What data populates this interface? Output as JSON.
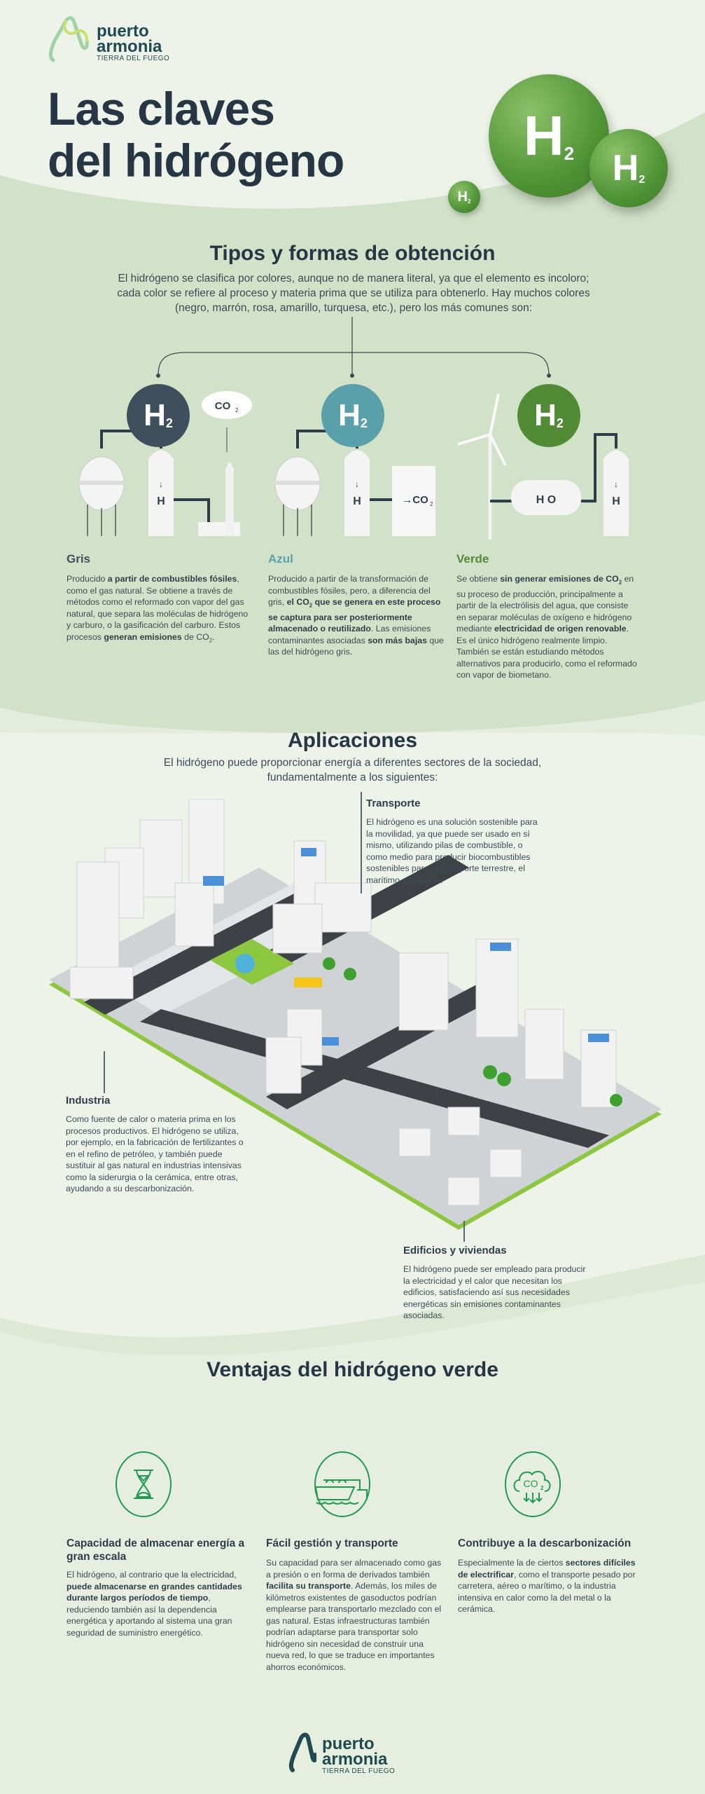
{
  "logo": {
    "line1": "puerto",
    "line2": "armonia",
    "tagline": "TIERRA DEL FUEGO"
  },
  "header": {
    "title_line1": "Las claves",
    "title_line2": "del hidrógeno",
    "molecule_label": "H",
    "molecule_sub": "2"
  },
  "tipos": {
    "title": "Tipos y formas de obtención",
    "intro": "El hidrógeno se clasifica por colores, aunque no de manera literal, ya que el elemento es incoloro; cada color se refiere al proceso y materia prima que se utiliza para obtenerlo. Hay muchos colores (negro, marrón, rosa, amarillo, turquesa, etc.), pero los más comunes son:",
    "diagram": {
      "co2": "CO",
      "sub2": "2",
      "h2o_h": "H",
      "h2o_o": "O",
      "arrow": "→",
      "down": "↓"
    },
    "types": [
      {
        "name": "Gris",
        "color": "#3f4f5e",
        "text": [
          {
            "t": "Producido "
          },
          {
            "t": "a partir de combustibles fósiles",
            "b": true
          },
          {
            "t": ", como el gas natural. Se obtiene a través de métodos como el reformado con vapor del gas natural, que separa las moléculas de hidrógeno y carburo, o la gasificación del carburo. Estos procesos "
          },
          {
            "t": "generan emisiones",
            "b": true
          },
          {
            "t": " de CO"
          },
          {
            "t": "2",
            "sub": true
          },
          {
            "t": "."
          }
        ]
      },
      {
        "name": "Azul",
        "color": "#5aa0ab",
        "text": [
          {
            "t": "Producido a partir de la transformación de combustibles fósiles, pero, a diferencia del gris, "
          },
          {
            "t": "el CO",
            "b": true
          },
          {
            "t": "2",
            "sub": true,
            "b": true
          },
          {
            "t": " que se genera en este proceso se captura para ser posteriormente almacenado o reutilizado",
            "b": true
          },
          {
            "t": ". Las emisiones contaminantes asociadas "
          },
          {
            "t": "son más bajas",
            "b": true
          },
          {
            "t": " que las del hidrógeno gris."
          }
        ]
      },
      {
        "name": "Verde",
        "color": "#528b35",
        "text": [
          {
            "t": "Se obtiene "
          },
          {
            "t": "sin generar emisiones de CO",
            "b": true
          },
          {
            "t": "2",
            "sub": true,
            "b": true
          },
          {
            "t": " en su proceso de producción, principalmente a partir de la electrólisis del agua, que consiste en separar moléculas de oxígeno e hidrógeno mediante "
          },
          {
            "t": "electricidad de origen renovable",
            "b": true
          },
          {
            "t": ". Es el único hidrógeno realmente limpio. También se están estudiando métodos alternativos para producirlo, como el reformado con vapor de biometano."
          }
        ]
      }
    ]
  },
  "aplicaciones": {
    "title": "Aplicaciones",
    "intro_line1": "El hidrógeno puede proporcionar energía a diferentes sectores de la sociedad,",
    "intro_line2": "fundamentalmente a los siguientes:",
    "transporte": {
      "title": "Transporte",
      "text": "El hidrógeno es una solución sostenible para la movilidad, ya que puede ser usado en sí mismo, utilizando pilas de combustible, o como medio para producir biocombustibles sostenibles para el transporte terrestre, el marítimo o el aéreo."
    },
    "industria": {
      "title": "Industria",
      "text": "Como fuente de calor o materia prima en los procesos productivos. El hidrógeno se utiliza, por ejemplo, en la fabricación de fertilizantes o en el refino de petróleo, y también puede sustituir al gas natural en industrias intensivas como la siderurgia o la cerámica, entre otras, ayudando a su descarbonización."
    },
    "edificios": {
      "title": "Edificios y viviendas",
      "text": "El hidrógeno puede ser empleado para producir la electricidad y el calor que necesitan los edificios, satisfaciendo así sus necesidades energéticas sin emisiones contaminantes asociadas."
    }
  },
  "ventajas": {
    "title": "Ventajas del hidrógeno verde",
    "icon_co2": "CO",
    "icon_co2_sub": "2",
    "items": [
      {
        "icon": "hourglass-icon",
        "title": "Capacidad de almacenar energía a gran escala",
        "text": [
          {
            "t": "El hidrógeno, al contrario que la electricidad, "
          },
          {
            "t": "puede almacenarse en grandes cantidades durante largos períodos de tiempo",
            "b": true
          },
          {
            "t": ", reduciendo también así la dependencia energética y aportando al sistema una gran seguridad de suministro energético."
          }
        ]
      },
      {
        "icon": "ship-icon",
        "title": "Fácil gestión y transporte",
        "text": [
          {
            "t": "Su capacidad para ser almacenado como gas a presión o en forma de derivados también "
          },
          {
            "t": "facilita su transporte",
            "b": true
          },
          {
            "t": ". Además, los miles de kilómetros existentes de gasoductos podrían emplearse para transportarlo mezclado con el gas natural. Estas infraestructuras también podrían adaptarse para transportar solo hidrógeno sin necesidad de construir una nueva red, lo que se traduce en importantes ahorros económicos."
          }
        ]
      },
      {
        "icon": "co2-cloud-icon",
        "title": "Contribuye a la descarbonización",
        "text": [
          {
            "t": "Especialmente la de ciertos "
          },
          {
            "t": "sectores difíciles de electrificar",
            "b": true
          },
          {
            "t": ", como el transporte pesado por carretera, aéreo o marítimo, o la industria intensiva en calor como la del metal o la cerámica."
          }
        ]
      }
    ]
  },
  "colors": {
    "gris": "#3f4f5e",
    "azul": "#5aa0ab",
    "verde": "#528b35",
    "icon_green": "#1f9a4e",
    "bg_light": "#eef3ea",
    "bg_green": "#d2e2c8"
  }
}
